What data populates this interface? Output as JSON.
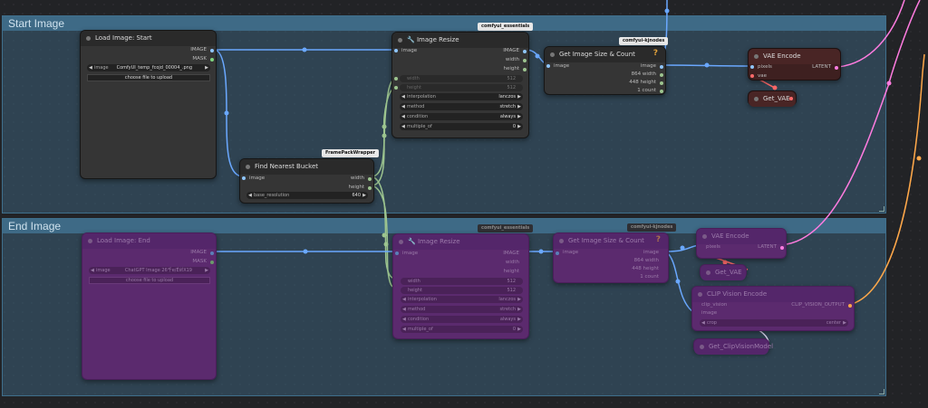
{
  "groups": {
    "start": {
      "title": "Start Image"
    },
    "end": {
      "title": "End Image"
    }
  },
  "load_start": {
    "title": "Load Image: Start",
    "out_image": "IMAGE",
    "out_mask": "MASK",
    "image_label": "image",
    "image_value": "ComfyUI_temp_fcojd_00004_.png",
    "upload": "choose file to upload"
  },
  "resize": {
    "badge": "comfyui_essentials",
    "title": "Image Resize",
    "in_image": "image",
    "out_image": "IMAGE",
    "out_width": "width",
    "out_height": "height",
    "width_label": "width",
    "width_value": "512",
    "height_label": "height",
    "height_value": "512",
    "interp_label": "interpolation",
    "interp_value": "lanczos",
    "method_label": "method",
    "method_value": "stretch",
    "cond_label": "condition",
    "cond_value": "always",
    "mult_label": "multiple_of",
    "mult_value": "0"
  },
  "size_count": {
    "badge": "comfyui-kjnodes",
    "title": "Get Image Size & Count",
    "in_image": "image",
    "out_image": "image",
    "out_width": "864 width",
    "out_height": "448 height",
    "out_count": "1 count",
    "help": "?"
  },
  "vae_encode": {
    "title": "VAE Encode",
    "in_pixels": "pixels",
    "in_vae": "vae",
    "out_latent": "LATENT"
  },
  "get_vae": {
    "title": "Get_VAE"
  },
  "bucket": {
    "badge": "FramePackWrapper",
    "title": "Find Nearest Bucket",
    "in_image": "image",
    "out_width": "width",
    "out_height": "height",
    "base_label": "base_resolution",
    "base_value": "640"
  },
  "load_end": {
    "title": "Load Image: End",
    "out_image": "IMAGE",
    "out_mask": "MASK",
    "image_label": "image",
    "image_value": "ChatGPT Image 26千e/ÉšťX19",
    "upload": "choose file to upload"
  },
  "resize_end": {
    "badge": "comfyui_essentials",
    "title": "Image Resize",
    "in_image": "image",
    "out_image": "IMAGE",
    "out_width": "width",
    "out_height": "height",
    "width_label": "width",
    "width_value": "512",
    "height_label": "height",
    "height_value": "512",
    "interp_label": "interpolation",
    "interp_value": "lanczos",
    "method_label": "method",
    "method_value": "stretch",
    "cond_label": "condition",
    "cond_value": "always",
    "mult_label": "multiple_of",
    "mult_value": "0"
  },
  "size_count_end": {
    "badge": "comfyui-kjnodes",
    "title": "Get Image Size & Count",
    "in_image": "image",
    "out_image": "image",
    "out_width": "864 width",
    "out_height": "448 height",
    "out_count": "1 count",
    "help": "?"
  },
  "vae_encode_end": {
    "title": "VAE Encode",
    "in_pixels": "pixels",
    "out_latent": "LATENT"
  },
  "get_vae_end": {
    "title": "Get_VAE"
  },
  "clip_vision": {
    "title": "CLIP Vision Encode",
    "in_clip": "clip_vision",
    "in_image": "image",
    "out": "CLIP_VISION_OUTPUT",
    "crop_label": "crop",
    "crop_value": "center"
  },
  "get_clip": {
    "title": "Get_ClipVisionModel"
  },
  "colors": {
    "image_wire": "#6aa8ff",
    "vae_wire": "#ff6a6a",
    "latent_wire": "#ff7ce0",
    "clip_wire": "#ffa84a",
    "group_fill": "#3a5e76",
    "bypassed_node": "#5b2a6e"
  }
}
